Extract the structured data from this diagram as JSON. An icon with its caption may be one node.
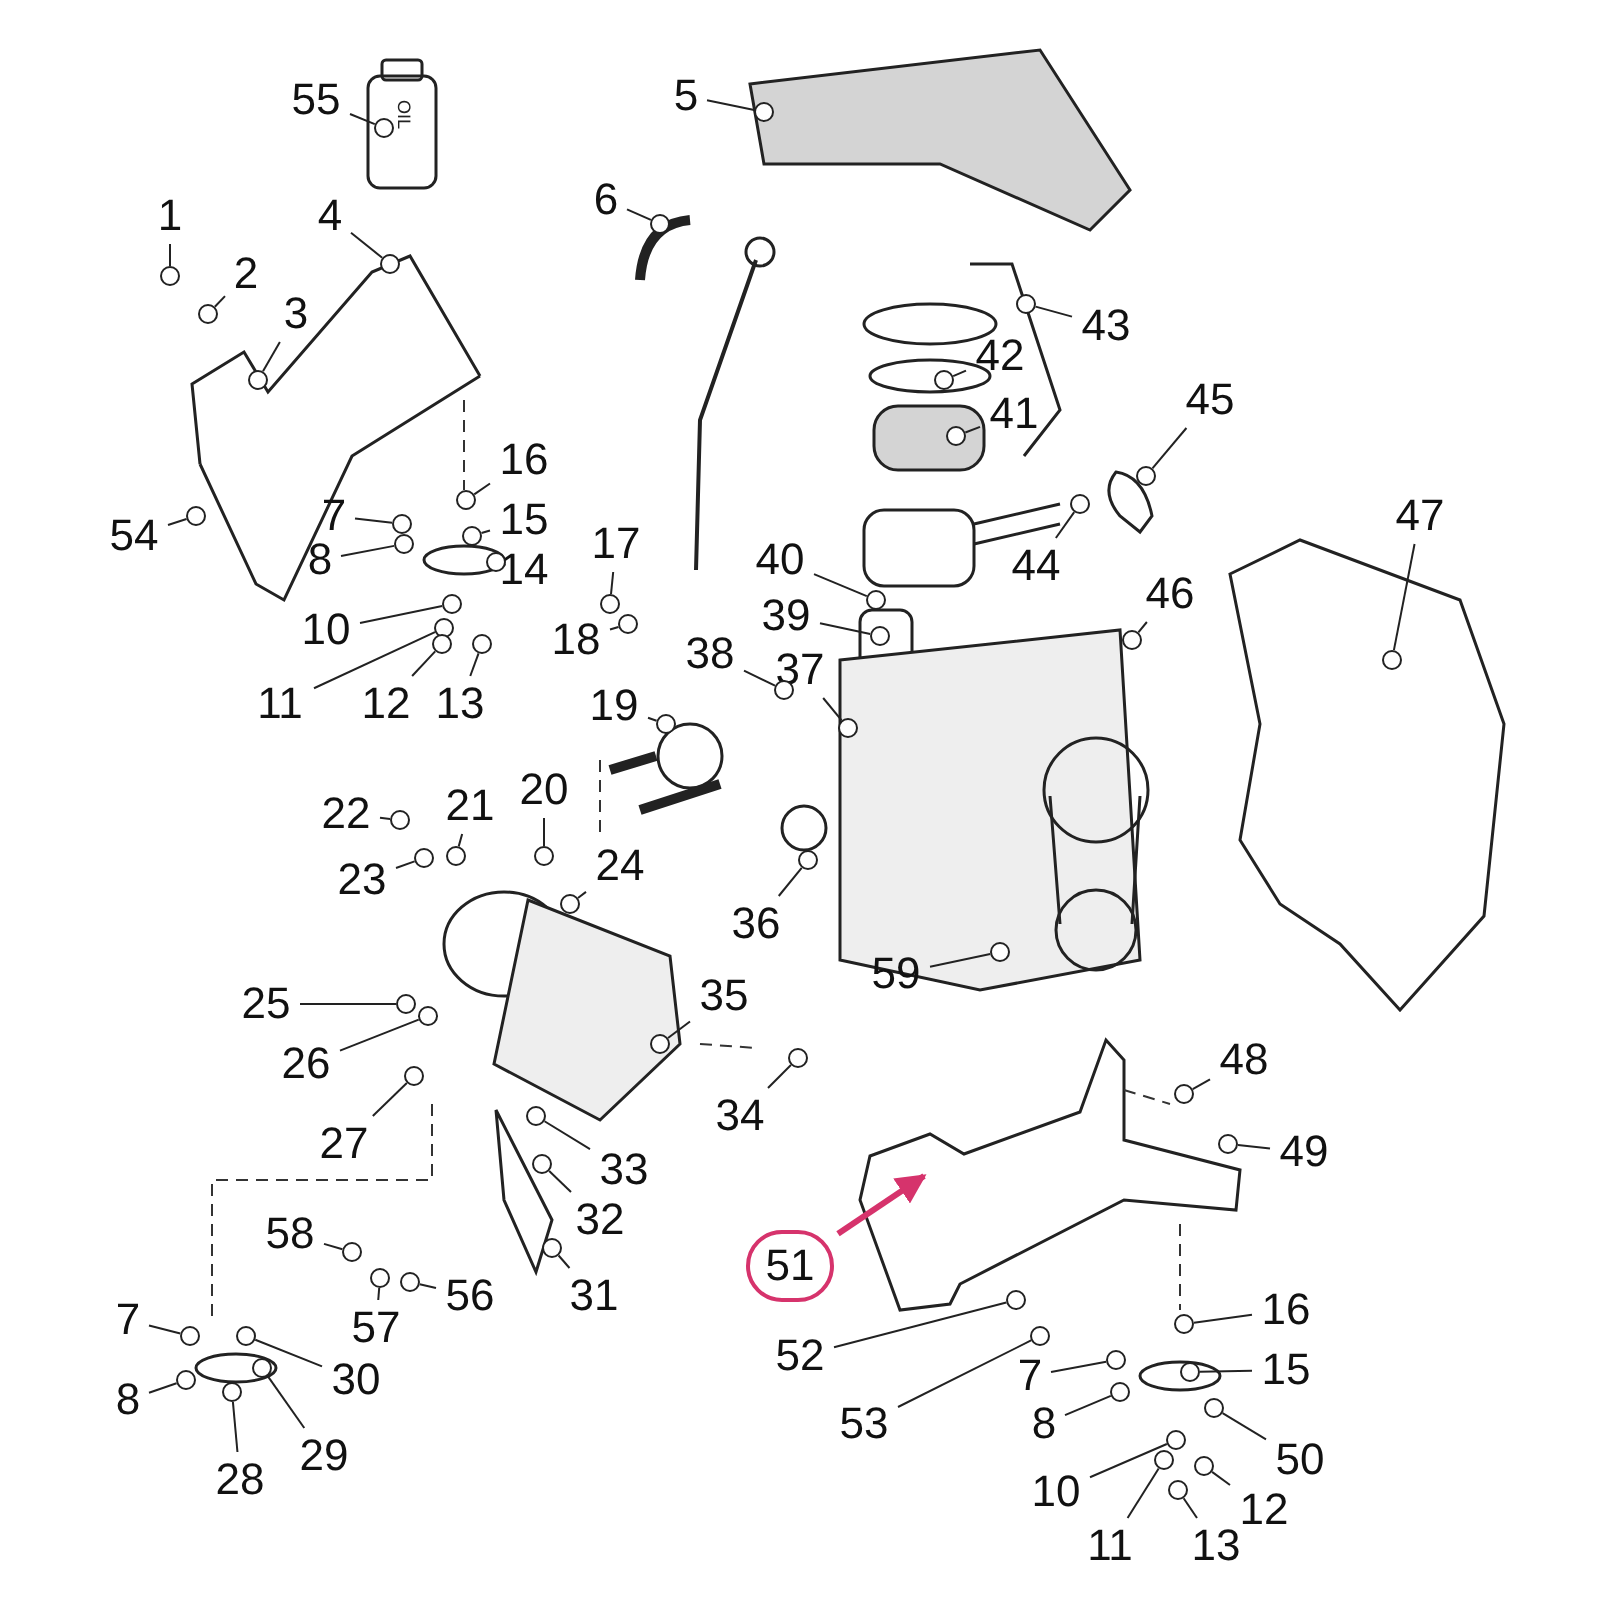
{
  "diagram": {
    "nodes": [
      {
        "text": [
          "55"
        ]
      },
      {
        "text": [
          "5"
        ]
      },
      {
        "text": [
          "1"
        ]
      },
      {
        "text": [
          "4"
        ]
      },
      {
        "text": [
          "6"
        ]
      },
      {
        "text": [
          "2"
        ]
      },
      {
        "text": [
          "3"
        ]
      },
      {
        "text": [
          "43"
        ]
      },
      {
        "text": [
          "42"
        ]
      },
      {
        "text": [
          "45"
        ]
      },
      {
        "text": [
          "41"
        ]
      },
      {
        "text": [
          "16"
        ]
      },
      {
        "text": [
          "7"
        ]
      },
      {
        "text": [
          "15"
        ]
      },
      {
        "text": [
          "54"
        ]
      },
      {
        "text": [
          "8"
        ]
      },
      {
        "text": [
          "14"
        ]
      },
      {
        "text": [
          "17"
        ]
      },
      {
        "text": [
          "47"
        ]
      },
      {
        "text": [
          "40"
        ]
      },
      {
        "text": [
          "44"
        ]
      },
      {
        "text": [
          "10"
        ]
      },
      {
        "text": [
          "18"
        ]
      },
      {
        "text": [
          "39"
        ]
      },
      {
        "text": [
          "46"
        ]
      },
      {
        "text": [
          "38"
        ]
      },
      {
        "text": [
          "37"
        ]
      },
      {
        "text": [
          "11"
        ]
      },
      {
        "text": [
          "12"
        ]
      },
      {
        "text": [
          "13"
        ]
      },
      {
        "text": [
          "19"
        ]
      },
      {
        "text": [
          "20"
        ]
      },
      {
        "text": [
          "22"
        ]
      },
      {
        "text": [
          "21"
        ]
      },
      {
        "text": [
          "23"
        ]
      },
      {
        "text": [
          "24"
        ]
      },
      {
        "text": [
          "36"
        ]
      },
      {
        "text": [
          "59"
        ]
      },
      {
        "text": [
          "25"
        ]
      },
      {
        "text": [
          "35"
        ]
      },
      {
        "text": [
          "26"
        ]
      },
      {
        "text": [
          "48"
        ]
      },
      {
        "text": [
          "34"
        ]
      },
      {
        "text": [
          "27"
        ]
      },
      {
        "text": [
          "49"
        ]
      },
      {
        "text": [
          "33"
        ]
      },
      {
        "text": [
          "32"
        ]
      },
      {
        "text": [
          "58"
        ]
      },
      {
        "text": [
          "51"
        ]
      },
      {
        "text": [
          "56"
        ]
      },
      {
        "text": [
          "31"
        ]
      },
      {
        "text": [
          "57"
        ]
      },
      {
        "text": [
          "16"
        ]
      },
      {
        "text": [
          "7"
        ]
      },
      {
        "text": [
          "30"
        ]
      },
      {
        "text": [
          "52"
        ]
      },
      {
        "text": [
          "15"
        ]
      },
      {
        "text": [
          "8"
        ]
      },
      {
        "text": [
          "29"
        ]
      },
      {
        "text": [
          "53"
        ]
      },
      {
        "text": [
          "7"
        ]
      },
      {
        "text": [
          "28"
        ]
      },
      {
        "text": [
          "8"
        ]
      },
      {
        "text": [
          "50"
        ]
      },
      {
        "text": [
          "10"
        ]
      },
      {
        "text": [
          "12"
        ]
      },
      {
        "text": [
          "11"
        ]
      },
      {
        "text": [
          "13"
        ]
      },
      {
        "text": [],
        "shape": "circle"
      },
      {
        "text": [],
        "shape": "circle"
      },
      {
        "text": [],
        "shape": "circle"
      },
      {
        "text": [],
        "shape": "circle"
      },
      {
        "text": [],
        "shape": "circle"
      },
      {
        "text": [],
        "shape": "circle"
      },
      {
        "text": [],
        "shape": "circle"
      },
      {
        "text": [],
        "shape": "circle"
      },
      {
        "text": [],
        "shape": "circle"
      },
      {
        "text": [],
        "shape": "circle"
      },
      {
        "text": [],
        "shape": "circle"
      },
      {
        "text": [],
        "shape": "circle"
      },
      {
        "text": [],
        "shape": "circle"
      },
      {
        "text": [],
        "shape": "circle"
      },
      {
        "text": [],
        "shape": "circle"
      },
      {
        "text": [],
        "shape": "circle"
      },
      {
        "text": [],
        "shape": "circle"
      },
      {
        "text": [],
        "shape": "circle"
      },
      {
        "text": [],
        "shape": "circle"
      },
      {
        "text": [],
        "shape": "circle"
      },
      {
        "text": [],
        "shape": "circle"
      },
      {
        "text": [],
        "shape": "circle"
      },
      {
        "text": [],
        "shape": "circle"
      },
      {
        "text": [],
        "shape": "circle"
      },
      {
        "text": [],
        "shape": "circle"
      },
      {
        "text": [],
        "shape": "circle"
      },
      {
        "text": [],
        "shape": "circle"
      },
      {
        "text": [],
        "shape": "circle"
      },
      {
        "text": [],
        "shape": "circle"
      },
      {
        "text": [],
        "shape": "circle"
      },
      {
        "text": [],
        "shape": "circle"
      },
      {
        "text": [],
        "shape": "circle"
      },
      {
        "text": [],
        "shape": "circle"
      },
      {
        "text": [],
        "shape": "circle"
      },
      {
        "text": [],
        "shape": "circle"
      },
      {
        "text": [],
        "shape": "circle"
      },
      {
        "text": [],
        "shape": "circle"
      },
      {
        "text": [],
        "shape": "circle"
      },
      {
        "text": [],
        "shape": "circle"
      },
      {
        "text": [],
        "shape": "circle"
      },
      {
        "text": [],
        "shape": "circle"
      },
      {
        "text": [],
        "shape": "circle"
      },
      {
        "text": [],
        "shape": "circle"
      },
      {
        "text": [],
        "shape": "circle"
      },
      {
        "text": [],
        "shape": "circle"
      },
      {
        "text": [],
        "shape": "circle"
      },
      {
        "text": [],
        "shape": "circle"
      },
      {
        "text": [],
        "shape": "circle"
      },
      {
        "text": [],
        "shape": "circle"
      },
      {
        "text": [],
        "shape": "circle"
      },
      {
        "text": [],
        "shape": "circle"
      },
      {
        "text": [],
        "shape": "circle"
      },
      {
        "text": [],
        "shape": "circle"
      },
      {
        "text": [],
        "shape": "circle"
      },
      {
        "text": [],
        "shape": "circle"
      },
      {
        "text": [],
        "shape": "circle"
      },
      {
        "text": [],
        "shape": "circle"
      },
      {
        "text": [],
        "shape": "circle"
      },
      {
        "text": [],
        "shape": "circle"
      },
      {
        "text": [],
        "shape": "circle"
      },
      {
        "text": [],
        "shape": "circle"
      },
      {
        "text": [],
        "shape": "circle"
      },
      {
        "text": [],
        "shape": "circle"
      },
      {
        "text": [],
        "shape": "circle"
      },
      {
        "text": [],
        "shape": "circle"
      },
      {
        "text": [],
        "shape": "circle"
      },
      {
        "text": [],
        "shape": "circle"
      }
    ],
    "edges": [
      {
        "from": 0,
        "to": 68,
        "arrow": "none"
      },
      {
        "from": 1,
        "to": 69,
        "arrow": "none"
      },
      {
        "from": 2,
        "to": 70,
        "arrow": "none"
      },
      {
        "from": 3,
        "to": 71,
        "arrow": "none"
      },
      {
        "from": 4,
        "to": 72,
        "arrow": "none"
      },
      {
        "from": 5,
        "to": 73,
        "arrow": "none"
      },
      {
        "from": 6,
        "to": 74,
        "arrow": "none"
      },
      {
        "from": 7,
        "to": 75,
        "arrow": "none"
      },
      {
        "from": 8,
        "to": 76,
        "arrow": "none"
      },
      {
        "from": 9,
        "to": 77,
        "arrow": "none"
      },
      {
        "from": 10,
        "to": 78,
        "arrow": "none"
      },
      {
        "from": 11,
        "to": 79,
        "arrow": "none"
      },
      {
        "from": 12,
        "to": 80,
        "arrow": "none"
      },
      {
        "from": 13,
        "to": 81,
        "arrow": "none"
      },
      {
        "from": 14,
        "to": 82,
        "arrow": "none"
      },
      {
        "from": 15,
        "to": 83,
        "arrow": "none"
      },
      {
        "from": 16,
        "to": 84,
        "arrow": "none"
      },
      {
        "from": 17,
        "to": 85,
        "arrow": "none"
      },
      {
        "from": 18,
        "to": 86,
        "arrow": "none"
      },
      {
        "from": 19,
        "to": 87,
        "arrow": "none"
      },
      {
        "from": 20,
        "to": 88,
        "arrow": "none"
      },
      {
        "from": 21,
        "to": 89,
        "arrow": "none"
      },
      {
        "from": 22,
        "to": 90,
        "arrow": "none"
      },
      {
        "from": 23,
        "to": 91,
        "arrow": "none"
      },
      {
        "from": 24,
        "to": 92,
        "arrow": "none"
      },
      {
        "from": 25,
        "to": 93,
        "arrow": "none"
      },
      {
        "from": 26,
        "to": 94,
        "arrow": "none"
      },
      {
        "from": 27,
        "to": 95,
        "arrow": "none"
      },
      {
        "from": 28,
        "to": 96,
        "arrow": "none"
      },
      {
        "from": 29,
        "to": 97,
        "arrow": "none"
      },
      {
        "from": 30,
        "to": 98,
        "arrow": "none"
      },
      {
        "from": 31,
        "to": 99,
        "arrow": "none"
      },
      {
        "from": 32,
        "to": 100,
        "arrow": "none"
      },
      {
        "from": 33,
        "to": 101,
        "arrow": "none"
      },
      {
        "from": 34,
        "to": 102,
        "arrow": "none"
      },
      {
        "from": 35,
        "to": 103,
        "arrow": "none"
      },
      {
        "from": 36,
        "to": 104,
        "arrow": "none"
      },
      {
        "from": 37,
        "to": 105,
        "arrow": "none"
      },
      {
        "from": 38,
        "to": 106,
        "arrow": "none"
      },
      {
        "from": 39,
        "to": 107,
        "arrow": "none"
      },
      {
        "from": 40,
        "to": 108,
        "arrow": "none"
      },
      {
        "from": 41,
        "to": 109,
        "arrow": "none"
      },
      {
        "from": 42,
        "to": 110,
        "arrow": "none"
      },
      {
        "from": 43,
        "to": 111,
        "arrow": "none"
      },
      {
        "from": 44,
        "to": 112,
        "arrow": "none"
      },
      {
        "from": 45,
        "to": 113,
        "arrow": "none"
      },
      {
        "from": 46,
        "to": 114,
        "arrow": "none"
      },
      {
        "from": 47,
        "to": 115,
        "arrow": "none"
      },
      {
        "from": 48,
        "to": null,
        "arrow": "to",
        "style": "thick",
        "color": "#d6336c"
      },
      {
        "from": 49,
        "to": 116,
        "arrow": "none"
      },
      {
        "from": 50,
        "to": 117,
        "arrow": "none"
      },
      {
        "from": 51,
        "to": 118,
        "arrow": "none"
      },
      {
        "from": 52,
        "to": 119,
        "arrow": "none"
      },
      {
        "from": 53,
        "to": 120,
        "arrow": "none"
      },
      {
        "from": 54,
        "to": 121,
        "arrow": "none"
      },
      {
        "from": 55,
        "to": 122,
        "arrow": "none"
      },
      {
        "from": 56,
        "to": 123,
        "arrow": "none"
      },
      {
        "from": 57,
        "to": 124,
        "arrow": "none"
      },
      {
        "from": 58,
        "to": 125,
        "arrow": "none"
      },
      {
        "from": 59,
        "to": 126,
        "arrow": "none"
      },
      {
        "from": 60,
        "to": 127,
        "arrow": "none"
      },
      {
        "from": 61,
        "to": 128,
        "arrow": "none"
      },
      {
        "from": 62,
        "to": 129,
        "arrow": "none"
      },
      {
        "from": 63,
        "to": 130,
        "arrow": "none"
      },
      {
        "from": 64,
        "to": 131,
        "arrow": "none"
      },
      {
        "from": 65,
        "to": 132,
        "arrow": "none"
      },
      {
        "from": 66,
        "to": 133,
        "arrow": "none"
      },
      {
        "from": 67,
        "to": 134,
        "arrow": "none"
      }
    ],
    "labels": [
      "OIL"
    ]
  }
}
